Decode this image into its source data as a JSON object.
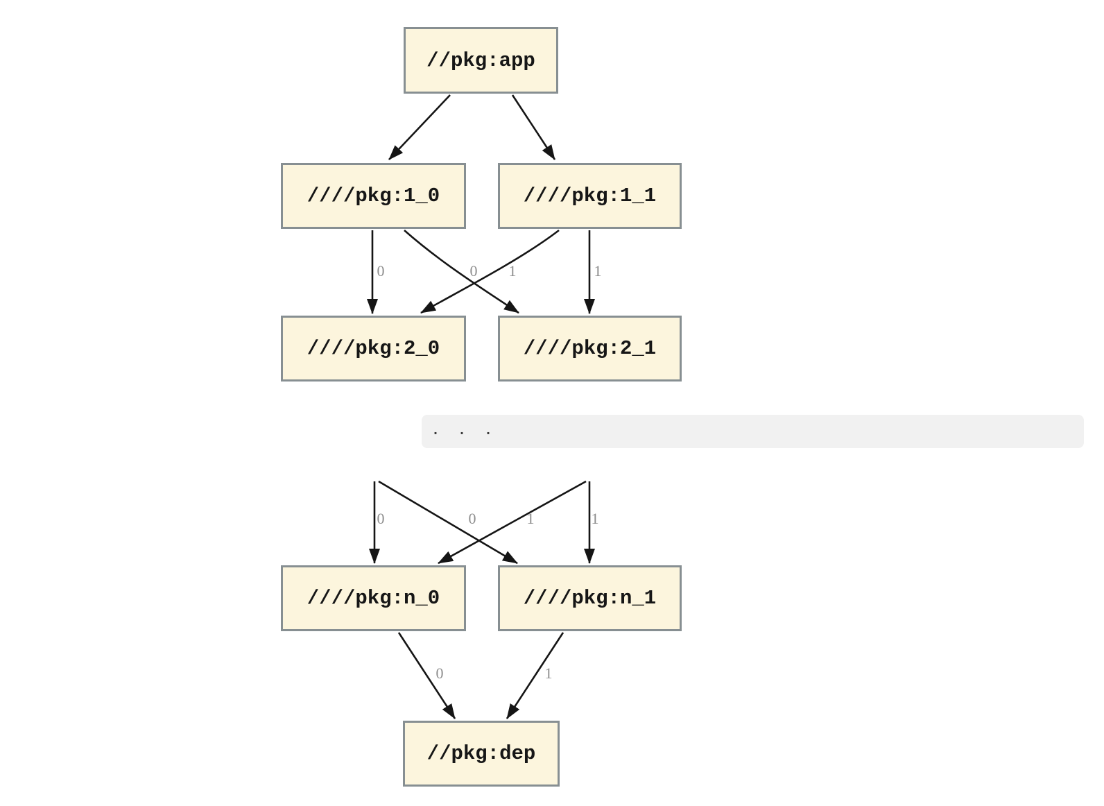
{
  "diagram": {
    "nodes": {
      "app": {
        "label": "//pkg:app"
      },
      "l1_0": {
        "label": "////pkg:1_0"
      },
      "l1_1": {
        "label": "////pkg:1_1"
      },
      "l2_0": {
        "label": "////pkg:2_0"
      },
      "l2_1": {
        "label": "////pkg:2_1"
      },
      "ln_0": {
        "label": "////pkg:n_0"
      },
      "ln_1": {
        "label": "////pkg:n_1"
      },
      "dep": {
        "label": "//pkg:dep"
      }
    },
    "edge_labels": {
      "row1": [
        "0",
        "0",
        "1",
        "1"
      ],
      "row2": [
        "0",
        "0",
        "1",
        "1"
      ],
      "to_dep": [
        "0",
        "1"
      ]
    },
    "ellipsis": ". . .",
    "colors": {
      "node_fill": "#fcf5dd",
      "node_border": "#878f92",
      "edge": "#151515",
      "edge_label": "#8d8d8d",
      "band_bg": "#f1f1f1"
    }
  }
}
